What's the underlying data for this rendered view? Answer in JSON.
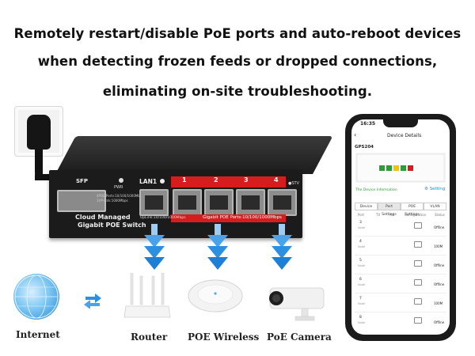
{
  "headline": {
    "line1": "Remotely restart/disable PoE ports and auto-reboot devices",
    "line2": "when detecting frozen feeds or dropped connections,",
    "line3": "eliminating on-site troubleshooting."
  },
  "switch": {
    "sfp_label": "SFP",
    "pwr_label": "PWR",
    "lan1_label": "LAN1",
    "port_numbers": [
      "1",
      "2",
      "3",
      "4"
    ],
    "spec_line1": "4POE Ports:10/100/1000Mbps",
    "spec_line2": "1UP-Link:1000Mbps",
    "uplink_text": "UpLink:10/100/1000Mbps",
    "poe_band_text": "Gigabit POE Ports:10/100/1000Mbps",
    "model_line1": "Cloud Managed",
    "model_line2": "Gigabit POE Switch",
    "logo_text": "●STV"
  },
  "devices": {
    "internet": "Internet",
    "router": "Router",
    "poe_wireless": "POE Wireless",
    "poe_camera": "PoE Camera"
  },
  "phone": {
    "time": "16:35",
    "header_title": "Device Details",
    "device_name": "GPS204",
    "device_info": "The Device Information",
    "setting": "Setting",
    "tabs": [
      "Device",
      "Port Settings",
      "POE Settings",
      "VLAN"
    ],
    "active_tab": "Port Settings",
    "columns": [
      "Port",
      "TX",
      "RX",
      "Configuration",
      "Status"
    ],
    "rows": [
      {
        "port": "3",
        "sub": "Node",
        "status": "Offline"
      },
      {
        "port": "4",
        "sub": "Node",
        "status": "100M"
      },
      {
        "port": "5",
        "sub": "Node",
        "status": "Offline"
      },
      {
        "port": "6",
        "sub": "Node",
        "status": "Offline"
      },
      {
        "port": "7",
        "sub": "Node",
        "status": "100M"
      },
      {
        "port": "8",
        "sub": "Node",
        "status": "Offline"
      }
    ]
  },
  "colors": {
    "poe_red": "#d51d1d",
    "arrow_blue": "#1e88e5",
    "link_green": "#2e9b3a"
  }
}
